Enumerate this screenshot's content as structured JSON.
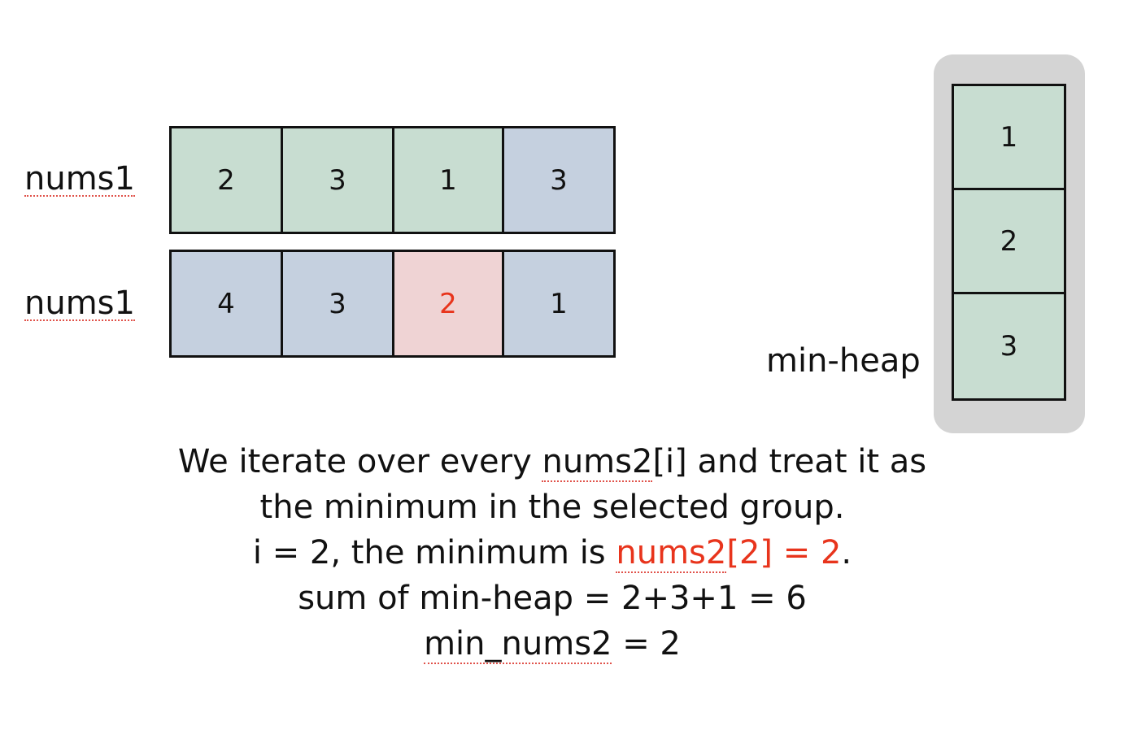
{
  "colors": {
    "green_cell": "#c8ddd1",
    "blue_cell": "#c5d0df",
    "pink_cell": "#efd3d4",
    "heap_bg": "#d4d4d4",
    "accent_red": "#e8341c"
  },
  "row1": {
    "label": "nums1",
    "cells": [
      {
        "value": "2",
        "color": "#c8ddd1",
        "text_color": "#111111"
      },
      {
        "value": "3",
        "color": "#c8ddd1",
        "text_color": "#111111"
      },
      {
        "value": "1",
        "color": "#c8ddd1",
        "text_color": "#111111"
      },
      {
        "value": "3",
        "color": "#c5d0df",
        "text_color": "#111111"
      }
    ]
  },
  "row2": {
    "label": "nums1",
    "cells": [
      {
        "value": "4",
        "color": "#c5d0df",
        "text_color": "#111111"
      },
      {
        "value": "3",
        "color": "#c5d0df",
        "text_color": "#111111"
      },
      {
        "value": "2",
        "color": "#efd3d4",
        "text_color": "#e8341c"
      },
      {
        "value": "1",
        "color": "#c5d0df",
        "text_color": "#111111"
      }
    ]
  },
  "heap": {
    "label": "min-heap",
    "values": [
      "1",
      "2",
      "3"
    ]
  },
  "caption": {
    "line1_pre": "We iterate over every ",
    "line1_link": "nums2",
    "line1_post": "[i] and treat it as",
    "line2": "the minimum in the selected group.",
    "line3_pre": "i = 2, the minimum is ",
    "line3_highlight_a": "nums2",
    "line3_highlight_b": "[2] = 2",
    "line3_post": ".",
    "line4": "sum of min-heap = 2+3+1 = 6",
    "line5_var": "min_nums2",
    "line5_post": " = 2"
  }
}
